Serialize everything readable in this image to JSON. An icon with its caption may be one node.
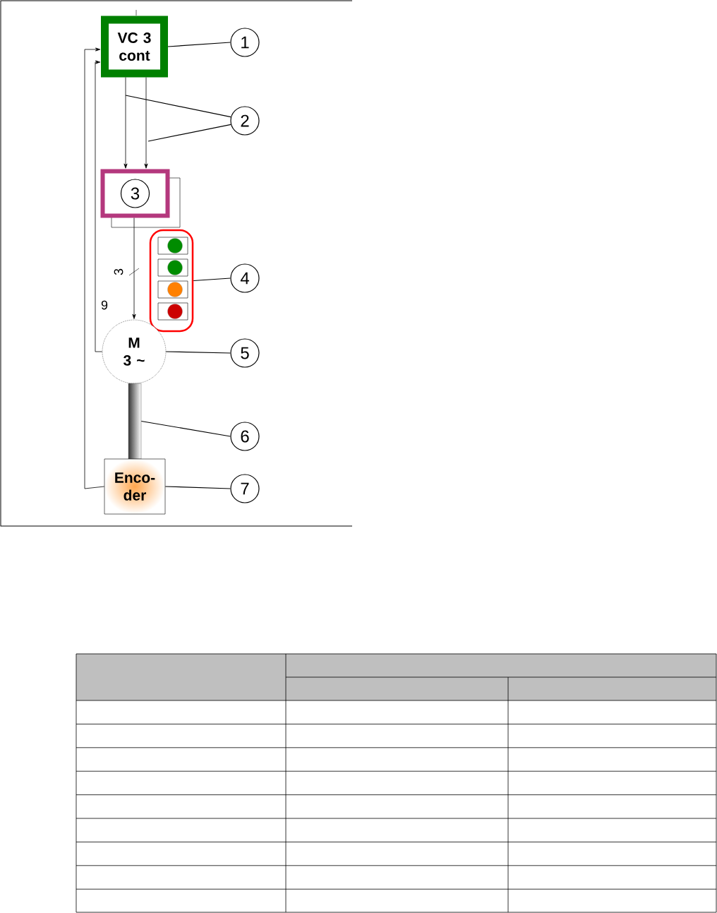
{
  "diagram": {
    "nodes": [
      {
        "text": [
          "VC 3 cont"
        ]
      },
      {
        "text": [
          "1"
        ]
      },
      {
        "text": [
          "2"
        ]
      },
      {
        "text": [
          "3"
        ]
      },
      {
        "text": [],
        "shape": "box"
      },
      {
        "text": [
          "4"
        ]
      },
      {
        "text": [
          "M 3 ~"
        ]
      },
      {
        "text": [
          "5"
        ]
      },
      {
        "text": [],
        "shape": "bar"
      },
      {
        "text": [
          "6"
        ]
      },
      {
        "text": [
          "Enco- der"
        ]
      },
      {
        "text": [
          "7"
        ]
      }
    ],
    "edges": [
      {
        "from": 1,
        "to": 0,
        "arrow": "none"
      },
      {
        "from": 2,
        "to": null,
        "arrow": "none"
      },
      {
        "from": 2,
        "to": null,
        "arrow": "none"
      },
      {
        "from": 0,
        "to": 3,
        "arrow": "to"
      },
      {
        "from": 0,
        "to": 3,
        "arrow": "to"
      },
      {
        "from": 3,
        "to": 6,
        "arrow": "to",
        "label": "3"
      },
      {
        "from": 6,
        "to": 0,
        "arrow": "to",
        "label": "9"
      },
      {
        "from": 10,
        "to": 0,
        "arrow": "to"
      },
      {
        "from": 5,
        "to": 4,
        "arrow": "none"
      },
      {
        "from": 7,
        "to": 6,
        "arrow": "none"
      },
      {
        "from": 9,
        "to": 8,
        "arrow": "none"
      },
      {
        "from": 11,
        "to": 10,
        "arrow": "none"
      }
    ]
  }
}
